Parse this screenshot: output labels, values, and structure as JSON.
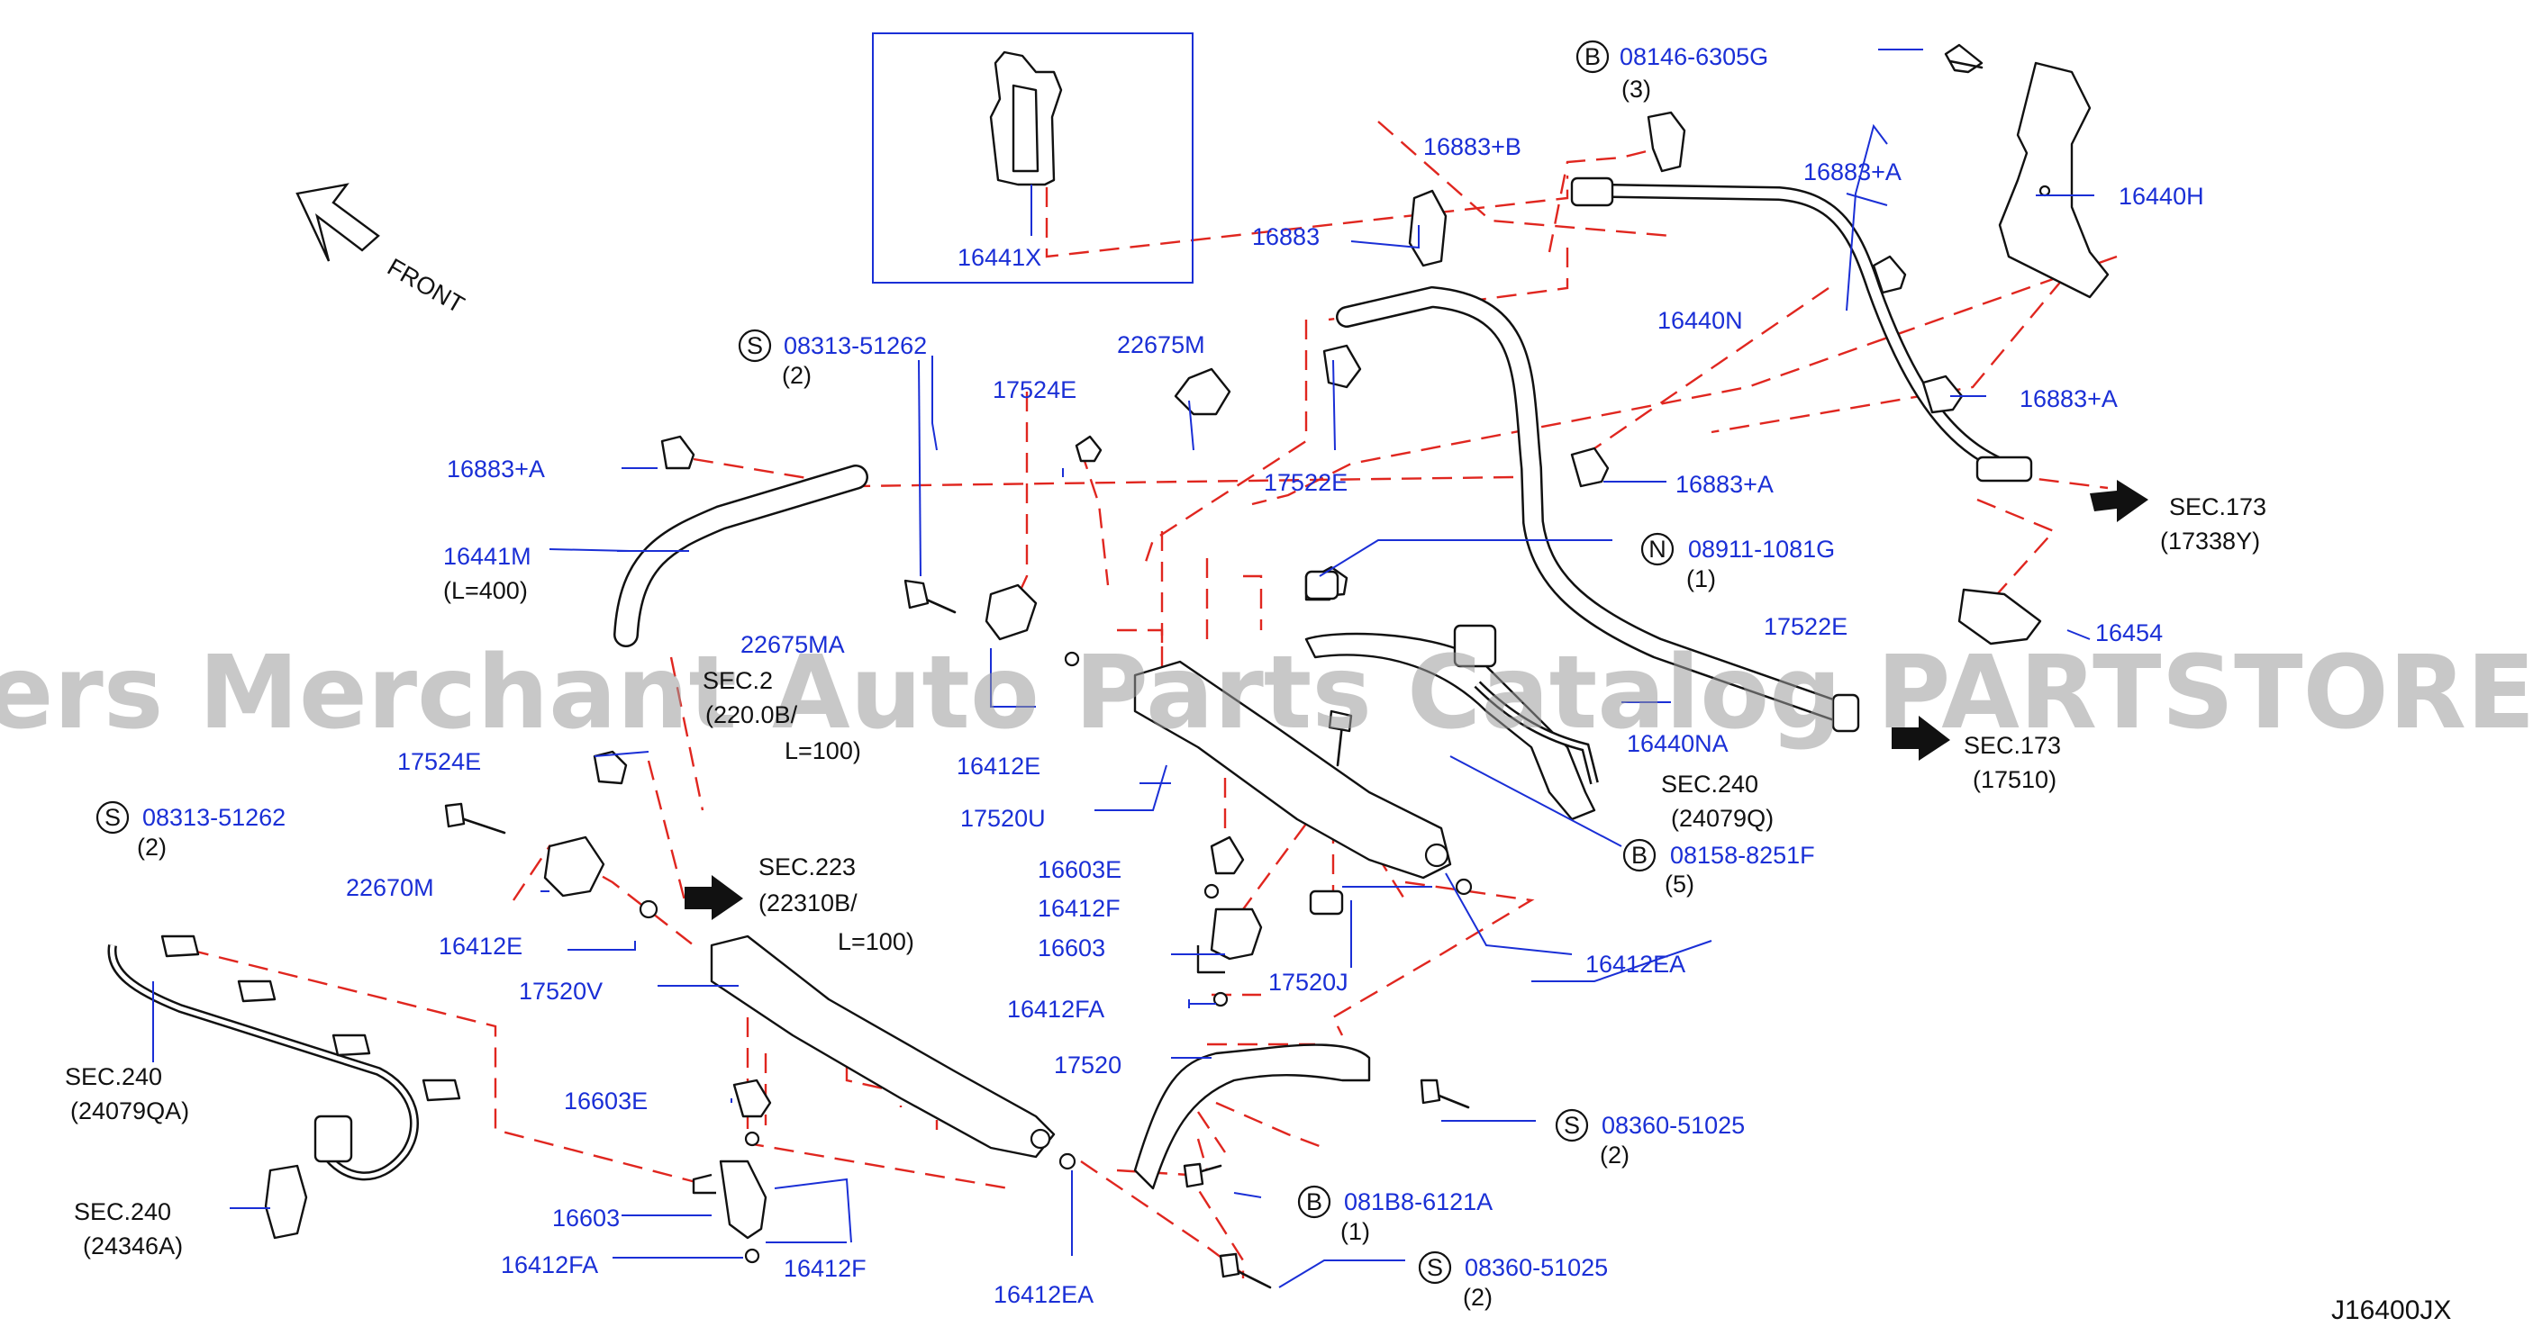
{
  "colors": {
    "callout": "#1a2fd6",
    "leader_dash": "#e0261f",
    "line": "#111111",
    "watermark": "#9a9a9a"
  },
  "diagram_code": "J16400JX",
  "watermark": "Offers Merchant Auto Parts Catalog PARTSTORE.SA",
  "front_label": "FRONT",
  "inset_part": "16441X",
  "callouts": {
    "p16883_b": "16883+B",
    "p16883": "16883",
    "p16883_a_top": "16883+A",
    "p16440h": "16440H",
    "p16440n": "16440N",
    "p16883_a_right": "16883+A",
    "p16883_a_mid": "16883+A",
    "p22675m": "22675M",
    "p17524e_top": "17524E",
    "p17522e_mid": "17522E",
    "p16883_a_left": "16883+A",
    "p16441m": "16441M",
    "p16441m_len": "(L=400)",
    "p22675ma": "22675MA",
    "p16412e_mid": "16412E",
    "p17520u": "17520U",
    "p17522e_right": "17522E",
    "p16440na": "16440NA",
    "p16454": "16454",
    "p17524e_left": "17524E",
    "p22670m": "22670M",
    "p16412e_left": "16412E",
    "p17520v": "17520V",
    "p16603e_mid": "16603E",
    "p16412f_mid": "16412F",
    "p16603_mid": "16603",
    "p16412fa_mid": "16412FA",
    "p17520j": "17520J",
    "p16412ea_right": "16412EA",
    "p17520": "17520",
    "p16603e_left": "16603E",
    "p16603_left": "16603",
    "p16412fa_left": "16412FA",
    "p16412f_left": "16412F",
    "p16412ea_bottom": "16412EA"
  },
  "fasteners": [
    {
      "type": "B",
      "part": "08146-6305G",
      "qty": "(3)"
    },
    {
      "type": "S",
      "part": "08313-51262",
      "qty": "(2)"
    },
    {
      "type": "N",
      "part": "08911-1081G",
      "qty": "(1)"
    },
    {
      "type": "S",
      "part": "08313-51262",
      "qty": "(2)"
    },
    {
      "type": "B",
      "part": "08158-8251F",
      "qty": "(5)"
    },
    {
      "type": "S",
      "part": "08360-51025",
      "qty": "(2)"
    },
    {
      "type": "B",
      "part": "081B8-6121A",
      "qty": "(1)"
    },
    {
      "type": "S",
      "part": "08360-51025",
      "qty": "(2)"
    }
  ],
  "section_refs": [
    {
      "sec": "SEC.173",
      "ref": "(17338Y)"
    },
    {
      "sec": "SEC.173",
      "ref": "(17510)"
    },
    {
      "sec": "SEC.240",
      "ref": "(24079Q)"
    },
    {
      "sec": "SEC.223",
      "ref": "(22310B/",
      "len": "L=100)"
    },
    {
      "sec": "SEC.2",
      "ref": "(220.0B/",
      "len": "L=100)"
    },
    {
      "sec": "SEC.240",
      "ref": "(24079QA)"
    },
    {
      "sec": "SEC.240",
      "ref": "(24346A)"
    }
  ]
}
